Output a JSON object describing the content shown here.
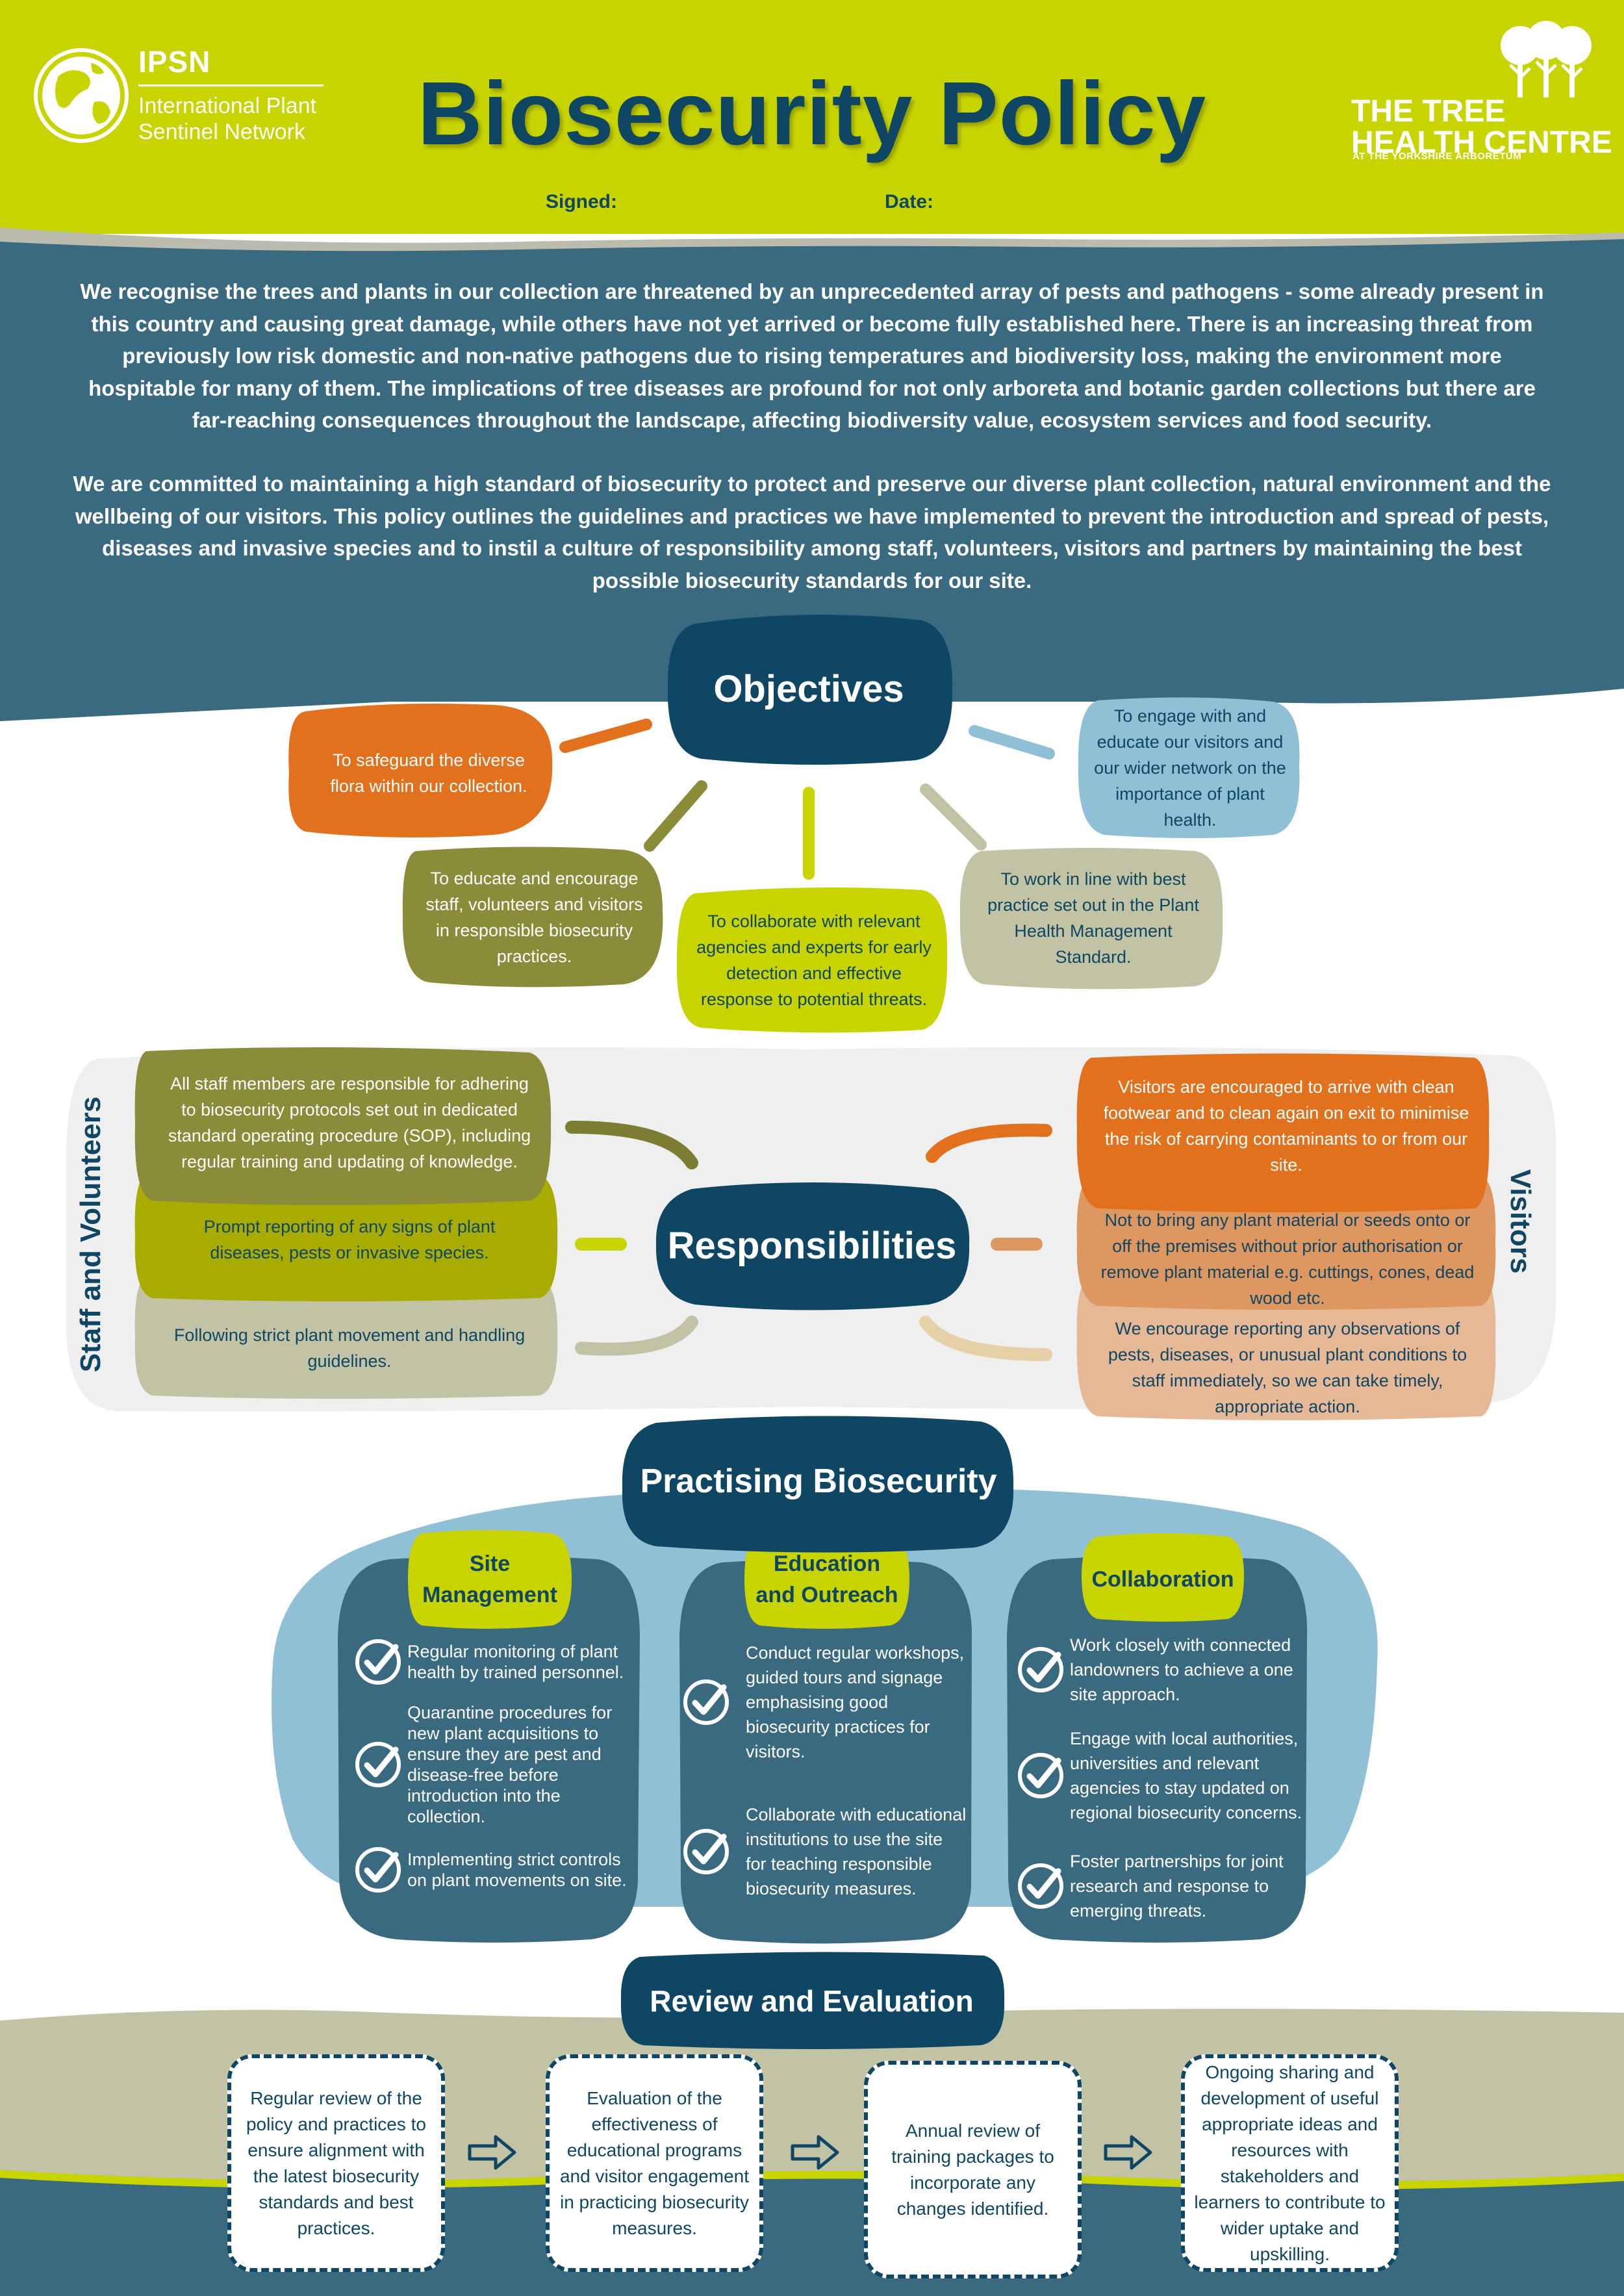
{
  "header": {
    "title": "Biosecurity Policy",
    "signed_label": "Signed:",
    "date_label": "Date:"
  },
  "logos": {
    "ipsn_abbr": "IPSN",
    "ipsn_line1": "International Plant",
    "ipsn_line2": "Sentinel Network",
    "thc_line1": "THE TREE",
    "thc_line2": "HEALTH CENTRE",
    "thc_sub": "AT THE YORKSHIRE ARBORETUM"
  },
  "intro": {
    "para1": "We recognise the trees and plants in our collection are threatened by an unprecedented array of pests and pathogens - some already present in this country and causing great damage, while others have not yet arrived or become fully established here. There is an increasing threat from previously low risk domestic and non-native pathogens due to rising temperatures and biodiversity loss, making the environment more hospitable for many of them. The implications of tree diseases are profound for not only arboreta and botanic garden collections but there are far-reaching consequences throughout the landscape, affecting biodiversity value, ecosystem services and food security.",
    "para2": "We are committed to maintaining a high standard of biosecurity to protect and preserve our diverse plant collection, natural environment and the wellbeing of our visitors. This policy outlines the guidelines and practices we have implemented to prevent the introduction and spread of pests, diseases and invasive species and to instil a culture of responsibility among staff, volunteers, visitors and partners by maintaining the best possible biosecurity standards for our site."
  },
  "objectives": {
    "title": "Objectives",
    "items": [
      "To safeguard the diverse flora within our collection.",
      "To educate and encourage staff, volunteers and visitors in responsible biosecurity practices.",
      "To collaborate with relevant agencies and experts for early detection and effective response to potential threats.",
      "To work in line with best practice set out in the Plant Health Management Standard.",
      "To engage with and educate our visitors and our wider network on the importance of plant health."
    ]
  },
  "responsibilities": {
    "title": "Responsibilities",
    "staff_label": "Staff and Volunteers",
    "visitors_label": "Visitors",
    "staff": [
      "All staff members are responsible for adhering to biosecurity protocols set out in dedicated standard operating procedure (SOP), including regular training and updating of knowledge.",
      "Prompt reporting of any signs of plant diseases, pests or invasive species.",
      "Following strict plant movement and handling guidelines."
    ],
    "visitors": [
      "Visitors are encouraged to arrive with clean footwear and to clean again on exit to minimise the risk of carrying contaminants to or from our site.",
      "Not to bring any plant material or seeds onto or off the premises without prior authorisation or remove plant material e.g. cuttings, cones, dead wood etc.",
      "We encourage reporting any observations of pests, diseases, or unusual plant conditions to staff immediately, so we can take timely, appropriate action."
    ]
  },
  "practising": {
    "title": "Practising Biosecurity",
    "columns": [
      {
        "title_line1": "Site",
        "title_line2": "Management",
        "items": [
          "Regular monitoring of plant health by trained personnel.",
          "Quarantine procedures for new plant acquisitions to ensure they are pest and disease-free before introduction into the collection.",
          "Implementing strict controls on plant movements on site."
        ]
      },
      {
        "title_line1": "Education",
        "title_line2": "and Outreach",
        "items": [
          "Conduct regular workshops, guided tours and signage emphasising good biosecurity practices for visitors.",
          "Collaborate with educational institutions to use the site for teaching responsible biosecurity measures."
        ]
      },
      {
        "title_line1": "Collaboration",
        "title_line2": "",
        "items": [
          "Work closely with connected landowners to achieve a one site approach.",
          "Engage with local authorities, universities and relevant agencies to stay updated on regional biosecurity concerns.",
          "Foster partnerships for joint research and response to emerging threats."
        ]
      }
    ]
  },
  "review": {
    "title": "Review and Evaluation",
    "steps": [
      "Regular review of the policy and practices to ensure alignment with the latest biosecurity standards and best practices.",
      "Evaluation of the effectiveness of educational programs and visitor engagement in practicing biosecurity measures.",
      "Annual review of training packages to incorporate any changes identified.",
      "Ongoing sharing and development of useful appropriate ideas and resources with stakeholders and learners to contribute to wider uptake and upskilling."
    ]
  },
  "colors": {
    "lime": "#c8d400",
    "navy": "#0e4663",
    "teal_band": "#3a6a80",
    "orange": "#e2711d",
    "olive": "#8a8c3a",
    "sage": "#c2c3a4",
    "sky": "#8fc0d6"
  },
  "icons": {
    "checkmark": "check-circle-icon",
    "arrow": "outline-arrow-right-icon",
    "globe": "globe-icon",
    "trees": "trees-icon"
  }
}
